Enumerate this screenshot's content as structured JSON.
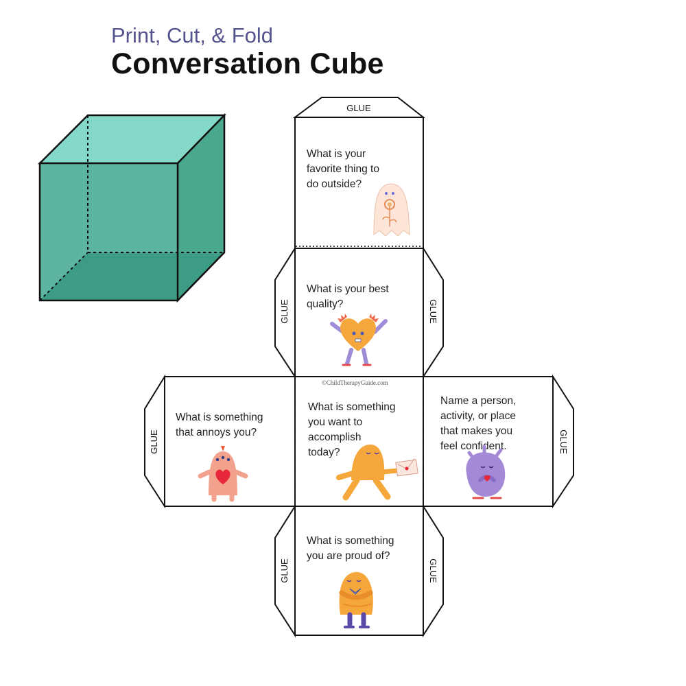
{
  "header": {
    "subtitle": "Print, Cut, & Fold",
    "title": "Conversation Cube"
  },
  "glue_label": "GLUE",
  "watermark": "©ChildTherapyGuide.com",
  "colors": {
    "cube_top": "#84d9c8",
    "cube_front": "#5db5a1",
    "cube_side": "#4aa88f",
    "cube_bottom": "#3c9c84",
    "subtitle": "#56548f"
  },
  "faces": [
    {
      "id": "top",
      "lines": [
        "What is your",
        "favorite thing to",
        "do outside?"
      ],
      "character": "ghost-with-flower"
    },
    {
      "id": "upper-middle",
      "lines": [
        "What is your best",
        "quality?"
      ],
      "character": "heart-monster"
    },
    {
      "id": "left",
      "lines": [
        "What is something",
        "that annoys you?"
      ],
      "character": "pink-monster-with-heart"
    },
    {
      "id": "center",
      "lines": [
        "What is something",
        "you want to",
        "accomplish",
        "today?"
      ],
      "character": "walking-monster-with-letter"
    },
    {
      "id": "right",
      "lines": [
        "Name a person,",
        "activity, or place",
        "that makes you",
        "feel confident."
      ],
      "character": "purple-monster-heart-hands"
    },
    {
      "id": "bottom",
      "lines": [
        "What is something",
        "you are proud of?"
      ],
      "character": "orange-monster-hugging"
    }
  ]
}
